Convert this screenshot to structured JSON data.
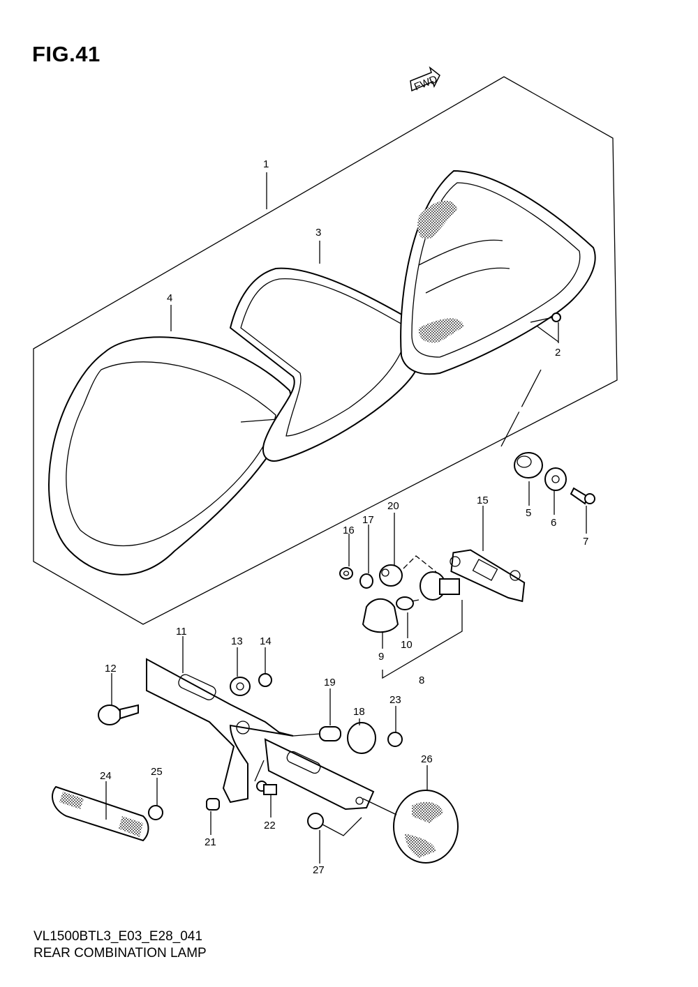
{
  "figure": {
    "title": "FIG.41",
    "direction_label": "FWD"
  },
  "parts": [
    {
      "no": "1"
    },
    {
      "no": "2"
    },
    {
      "no": "3"
    },
    {
      "no": "4"
    },
    {
      "no": "5"
    },
    {
      "no": "6"
    },
    {
      "no": "7"
    },
    {
      "no": "8"
    },
    {
      "no": "9"
    },
    {
      "no": "10"
    },
    {
      "no": "11"
    },
    {
      "no": "12"
    },
    {
      "no": "13"
    },
    {
      "no": "14"
    },
    {
      "no": "15"
    },
    {
      "no": "16"
    },
    {
      "no": "17"
    },
    {
      "no": "18"
    },
    {
      "no": "19"
    },
    {
      "no": "20"
    },
    {
      "no": "21"
    },
    {
      "no": "22"
    },
    {
      "no": "23"
    },
    {
      "no": "24"
    },
    {
      "no": "25"
    },
    {
      "no": "26"
    },
    {
      "no": "27"
    }
  ],
  "footer": {
    "code": "VL1500BTL3_E03_E28_041",
    "name": "REAR COMBINATION LAMP"
  }
}
